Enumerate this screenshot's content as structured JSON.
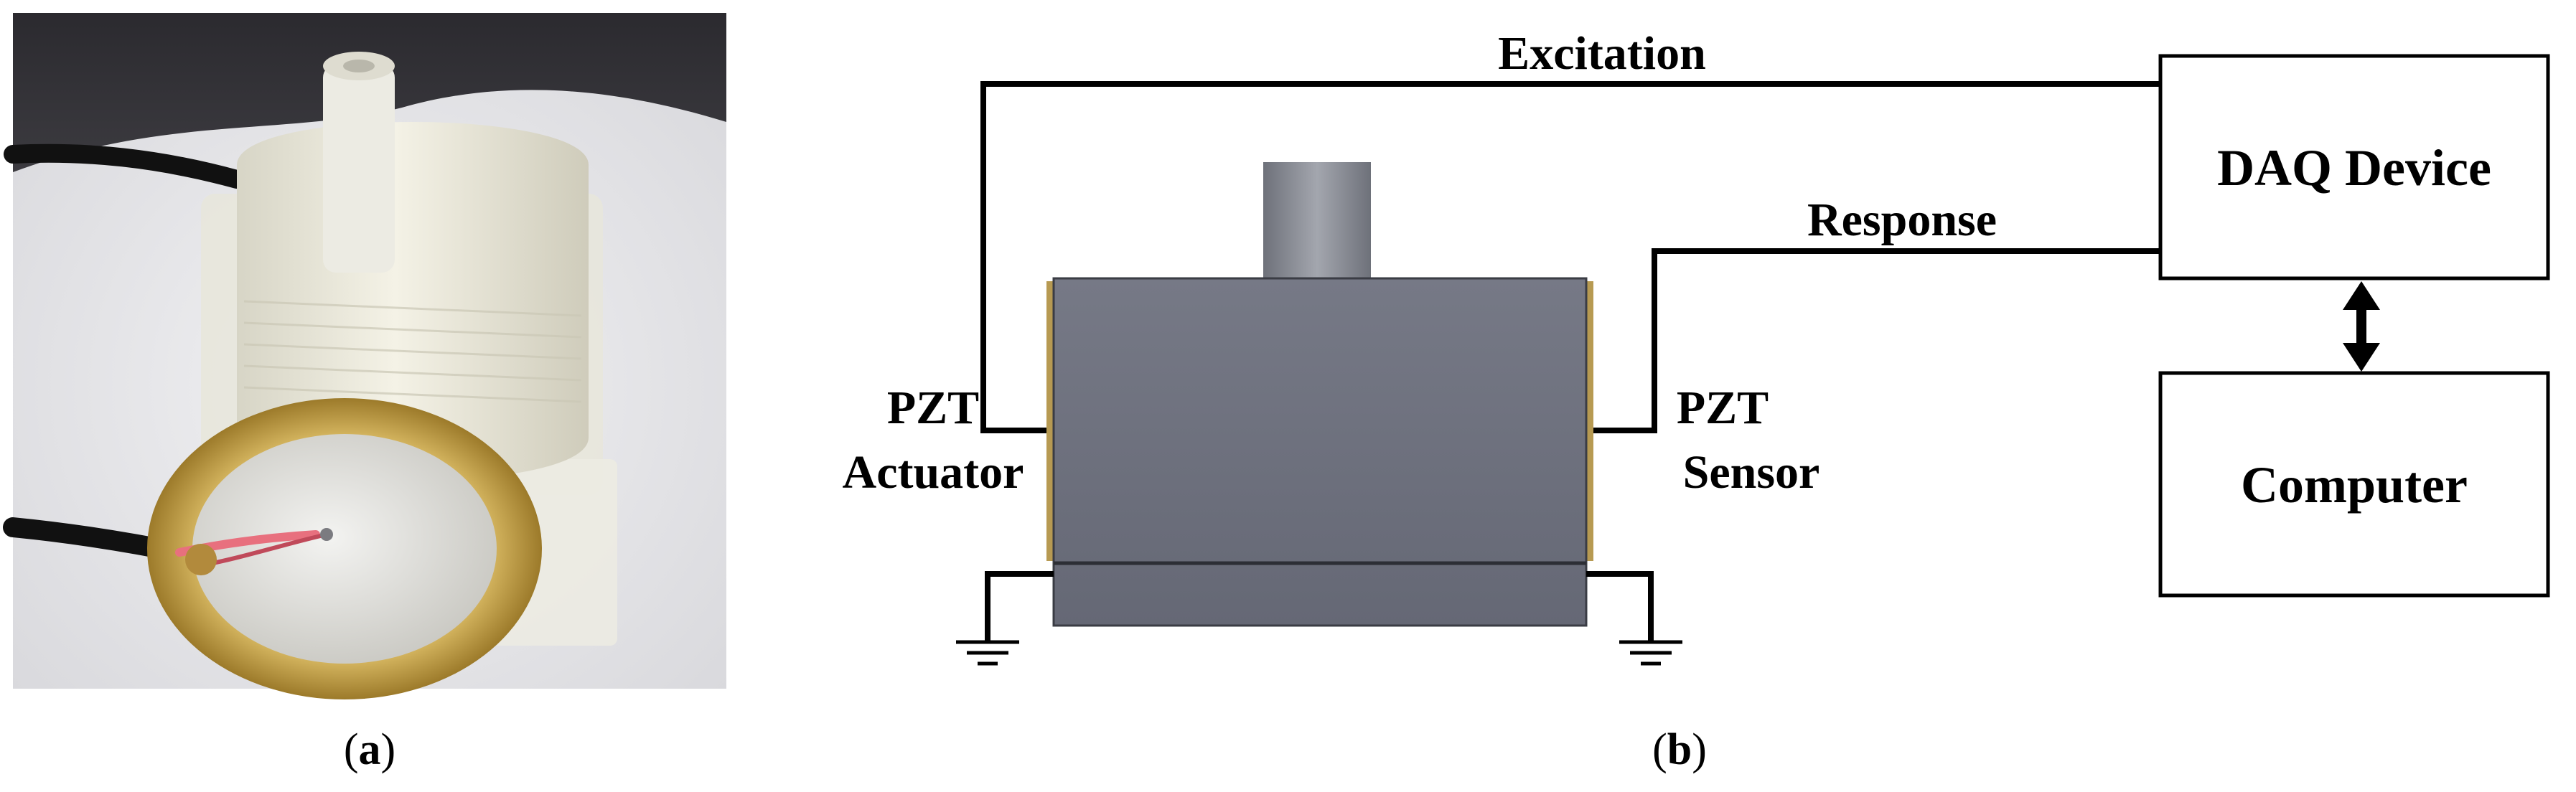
{
  "panel_a": {
    "caption_open": "(",
    "caption_letter": "a",
    "caption_close": ")"
  },
  "panel_b": {
    "caption_open": "(",
    "caption_letter": "b",
    "caption_close": ")",
    "excitation_label": "Excitation",
    "response_label": "Response",
    "actuator_label_line1": "PZT",
    "actuator_label_line2": "Actuator",
    "sensor_label_line1": "PZT",
    "sensor_label_line2": "Sensor",
    "daq_label": "DAQ Device",
    "computer_label": "Computer"
  },
  "colors": {
    "housing": "#6f7280",
    "housing_base": "#5f6270",
    "pipe": "#8c8f98",
    "brass": "#c9a445",
    "line": "#000000"
  }
}
